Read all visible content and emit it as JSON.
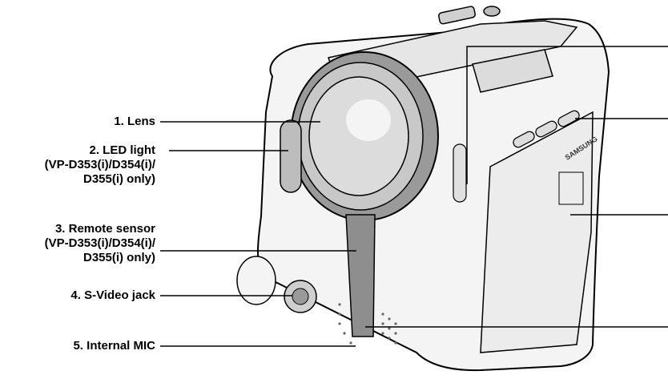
{
  "callouts": [
    {
      "lines": [
        "1. Lens"
      ]
    },
    {
      "lines": [
        "2. LED light",
        "(VP-D353(i)/D354(i)/",
        "D355(i) only)"
      ]
    },
    {
      "lines": [
        "3. Remote sensor",
        "(VP-D353(i)/D354(i)/",
        "D355(i) only)"
      ]
    },
    {
      "lines": [
        "4. S-Video jack"
      ]
    },
    {
      "lines": [
        "5. Internal MIC"
      ]
    }
  ],
  "brand_mark": "SAMSUNG"
}
